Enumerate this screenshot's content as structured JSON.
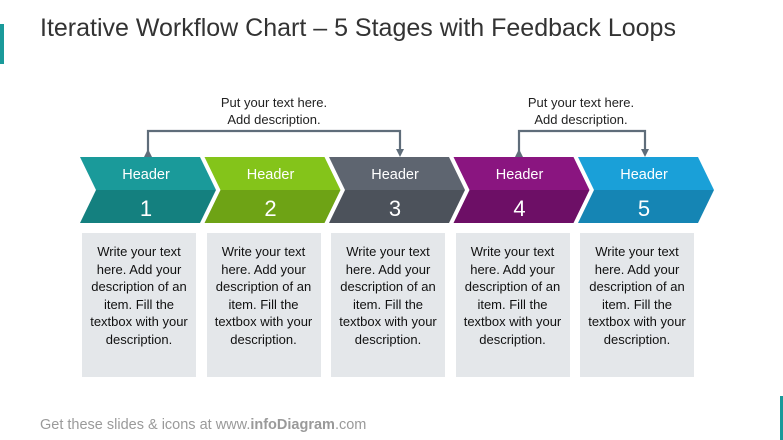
{
  "title": "Iterative Workflow Chart – 5 Stages with Feedback Loops",
  "notes": [
    {
      "line1": "Put your text here.",
      "line2": "Add description."
    },
    {
      "line1": "Put your text here.",
      "line2": "Add description."
    }
  ],
  "stages": [
    {
      "header": "Header",
      "number": "1",
      "top_color": "#1a9a9a",
      "bottom_color": "#14807f",
      "description": "Write your text here. Add your description of an item. Fill the textbox with your description."
    },
    {
      "header": "Header",
      "number": "2",
      "top_color": "#84c41a",
      "bottom_color": "#6ea315",
      "description": "Write your text here. Add your description of an item. Fill the textbox with your description."
    },
    {
      "header": "Header",
      "number": "3",
      "top_color": "#5e6570",
      "bottom_color": "#4c525b",
      "description": "Write your text here. Add your description of an item. Fill the textbox with your description."
    },
    {
      "header": "Header",
      "number": "4",
      "top_color": "#8a1580",
      "bottom_color": "#6d0f66",
      "description": "Write your text here. Add your description of an item. Fill the textbox with your description."
    },
    {
      "header": "Header",
      "number": "5",
      "top_color": "#1aa0d8",
      "bottom_color": "#1585b4",
      "description": "Write your text here. Add your description of an item. Fill the textbox with your description."
    }
  ],
  "footer": {
    "prefix": "Get these slides & icons at www.",
    "brand": "infoDiagram",
    "suffix": ".com"
  },
  "colors": {
    "connector": "#5f6d7a",
    "card_bg": "#e4e7ea"
  }
}
